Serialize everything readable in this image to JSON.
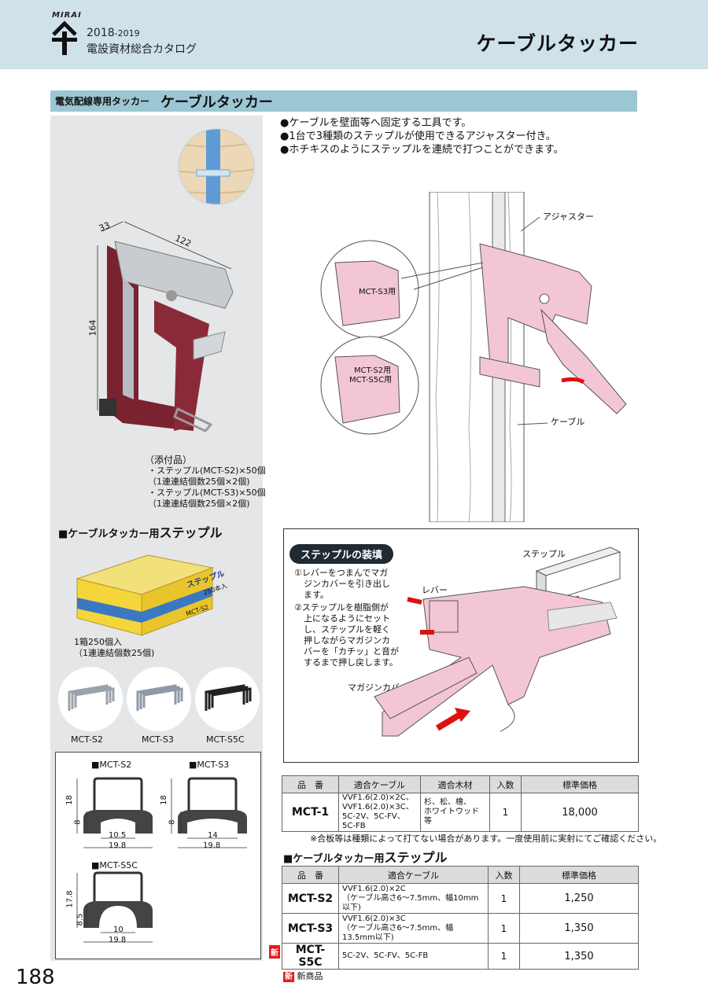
{
  "header": {
    "brand": "MIRAI",
    "year_main": "2018",
    "year_suffix": "-2019",
    "catalog_title": "電設資材総合カタログ",
    "page_title": "ケーブルタッカー"
  },
  "section": {
    "subtitle": "電気配線専用タッカー",
    "title": "ケーブルタッカー"
  },
  "features": [
    "●ケーブルを壁面等へ固定する工具です。",
    "●1台で3種類のステップルが使用できるアジャスター付き。",
    "●ホチキスのようにステップルを連続で打つことができます。"
  ],
  "tool_dims": {
    "depth": "33",
    "width": "122",
    "height": "164"
  },
  "attachments": {
    "heading": "（添付品）",
    "items": [
      "・ステップル(MCT-S2)×50個",
      "（1連連結個数25個×2個)",
      "・ステップル(MCT-S3)×50個",
      "（1連連結個数25個×2個)"
    ]
  },
  "diagram": {
    "adjuster": "アジャスター",
    "cable": "ケーブル",
    "s3_use": "MCT-S3用",
    "s2_use": "MCT-S2用",
    "s5c_use": "MCT-S5C用"
  },
  "staple_section": {
    "prefix": "■ケーブルタッカー用",
    "title": "ステップル",
    "box_label": "ステップル",
    "box_count": "250本入",
    "box_model": "MCT-S2",
    "pack1": "1箱250個入",
    "pack2": "（1連連結個数25個)",
    "thumbs": [
      "MCT-S2",
      "MCT-S3",
      "MCT-S5C"
    ]
  },
  "dims": {
    "s2": {
      "label": "■MCT-S2",
      "h": "18",
      "inner": "8",
      "w_in": "10.5",
      "w_out": "19.8"
    },
    "s3": {
      "label": "■MCT-S3",
      "h": "18",
      "inner": "8",
      "w_in": "14",
      "w_out": "19.8"
    },
    "s5c": {
      "label": "■MCT-S5C",
      "h": "17.8",
      "inner": "8.5",
      "w_in": "10",
      "w_out": "19.8"
    }
  },
  "loading": {
    "title": "ステップルの装填",
    "step1": [
      "①レバーをつまんでマガ",
      "ジンカバーを引き出し",
      "ます。"
    ],
    "step2": [
      "②ステップルを樹脂側が",
      "上になるようにセット",
      "し、ステップルを軽く",
      "押しながらマガジンカ",
      "バーを「カチッ」と音が",
      "するまで押し戻します。"
    ],
    "staple": "ステップル",
    "lever": "レバー",
    "magazine": "マガジンカバー"
  },
  "table1": {
    "headers": [
      "品　番",
      "適合ケーブル",
      "適合木材",
      "入数",
      "標準価格"
    ],
    "row": {
      "code": "MCT-1",
      "cable": [
        "VVF1.6(2.0)×2C、",
        "VVF1.6(2.0)×3C、",
        "5C-2V、5C-FV、5C-FB"
      ],
      "wood": [
        "杉、松、檜、",
        "ホワイトウッド等"
      ],
      "qty": "1",
      "price": "18,000"
    }
  },
  "note": "※合板等は種類によって打てない場合があります。一度使用前に実射にてご確認ください。",
  "sub2": {
    "prefix": "■ケーブルタッカー用",
    "title": "ステップル"
  },
  "table2": {
    "headers": [
      "品　番",
      "適合ケーブル",
      "入数",
      "標準価格"
    ],
    "rows": [
      {
        "new": "",
        "code": "MCT-S2",
        "cable": [
          "VVF1.6(2.0)×2C",
          "（ケーブル高さ6～7.5mm、幅10mm以下)"
        ],
        "qty": "1",
        "price": "1,250"
      },
      {
        "new": "",
        "code": "MCT-S3",
        "cable": [
          "VVF1.6(2.0)×3C",
          "（ケーブル高さ6～7.5mm、幅13.5mm以下)"
        ],
        "qty": "1",
        "price": "1,350"
      },
      {
        "new": "新",
        "code": "MCT-S5C",
        "cable": [
          "5C-2V、5C-FV、5C-FB",
          ""
        ],
        "qty": "1",
        "price": "1,350"
      }
    ]
  },
  "legend": {
    "badge": "新",
    "text": "新商品"
  },
  "page_number": "188",
  "colors": {
    "header_bg": "#cfe1e9",
    "band": "#9cc6d3",
    "pink": "#f3c6d6",
    "maroon": "#7a2230",
    "new_red": "#e51a1a"
  }
}
